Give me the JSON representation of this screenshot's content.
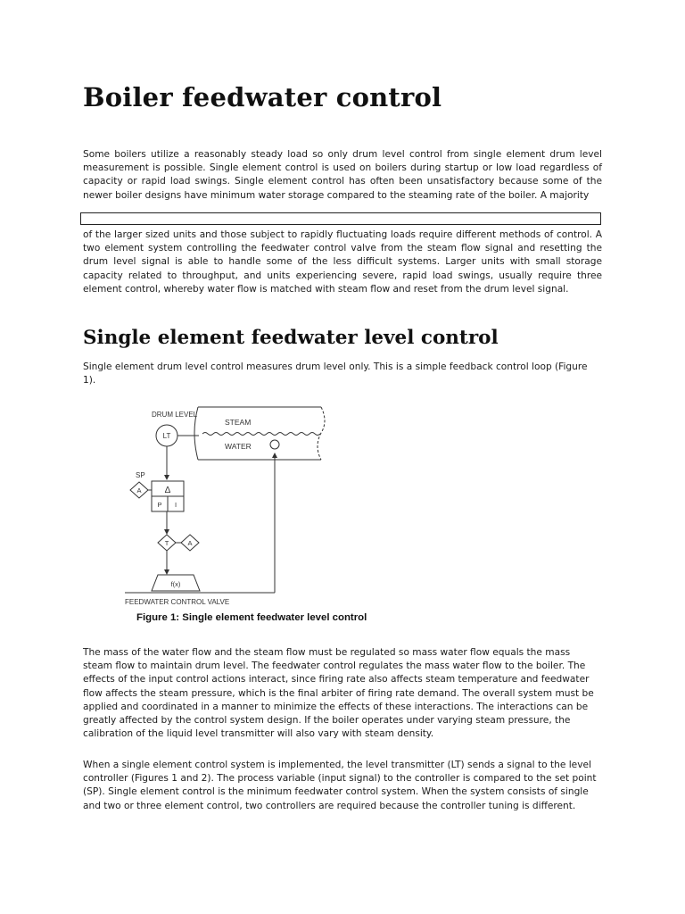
{
  "title": "Boiler feedwater control",
  "intro_paragraph_part1": "Some boilers utilize a reasonably steady load so only drum level control from single element drum level measurement is possible. Single element control is used on boilers during startup or low load regardless of capacity or rapid load swings. Single element control has often been unsatisfactory because some of the newer boiler designs have minimum water storage compared to the steaming rate of the boiler. A majority",
  "intro_paragraph_part2": "of the larger sized units and those subject to rapidly fluctuating loads require different methods of control. A two element system controlling the feedwater control valve from the steam flow signal and resetting the drum level signal is able to handle some of the less difficult systems. Larger units with small storage capacity related to throughput, and units experiencing severe, rapid load swings, usually require three element control, whereby water flow is matched with steam flow and reset from the drum level signal.",
  "section_heading": "Single element feedwater level control",
  "section_intro": "Single element drum level control measures drum level only. This is a simple feedback control loop (Figure 1).",
  "figure": {
    "caption": "Figure 1: Single element feedwater level control",
    "labels": {
      "drum_level": "DRUM LEVEL",
      "steam": "STEAM",
      "water": "WATER",
      "lt": "LT",
      "sp": "SP",
      "a1": "A",
      "delta": "Δ",
      "p": "P",
      "i": "I",
      "t": "T",
      "a2": "A",
      "fx": "f(x)",
      "valve": "FEEDWATER CONTROL VALVE"
    }
  },
  "paragraph_mass": "The mass of the water flow and the steam flow must be regulated so mass water flow equals the mass steam flow to maintain drum level. The feedwater control regulates the mass water flow to the boiler. The effects of the input control actions interact, since firing rate also affects steam temperature and feedwater flow affects the steam pressure, which is the final arbiter of firing rate demand. The overall system must be applied and coordinated in a manner to minimize the effects of these interactions. The interactions can be greatly affected by the control system design. If the boiler operates under varying steam pressure, the calibration of the liquid level transmitter will also vary with steam density.",
  "paragraph_single": "When a single element control system is implemented, the level transmitter (LT) sends a signal to the level controller (Figures 1 and 2). The process variable (input signal) to the controller is compared to the set point (SP). Single element control is the minimum feedwater control system. When the system consists of single and two or three element control, two controllers are required because the controller tuning is different."
}
